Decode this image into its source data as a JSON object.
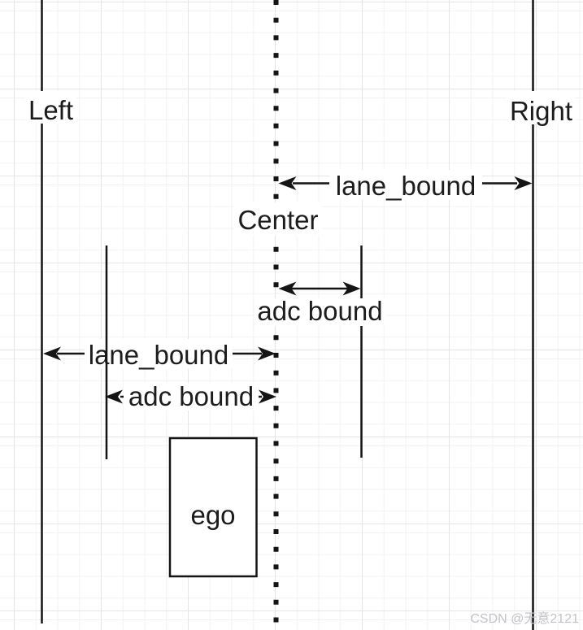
{
  "diagram": {
    "labels": {
      "left": "Left",
      "right": "Right",
      "center": "Center",
      "lane_bound_upper": "lane_bound",
      "adc_bound_upper": "adc bound",
      "lane_bound_lower": "lane_bound",
      "adc_bound_lower": "adc bound",
      "ego": "ego"
    },
    "colors": {
      "stroke": "#141414",
      "label_text": "#1c1c1c",
      "grid_minor": "#f2f2f5",
      "grid_major": "#e5e5e9",
      "watermark": "#c3c3c7",
      "background": "#ffffff"
    }
  },
  "watermark": {
    "text": "CSDN @无意2121"
  }
}
